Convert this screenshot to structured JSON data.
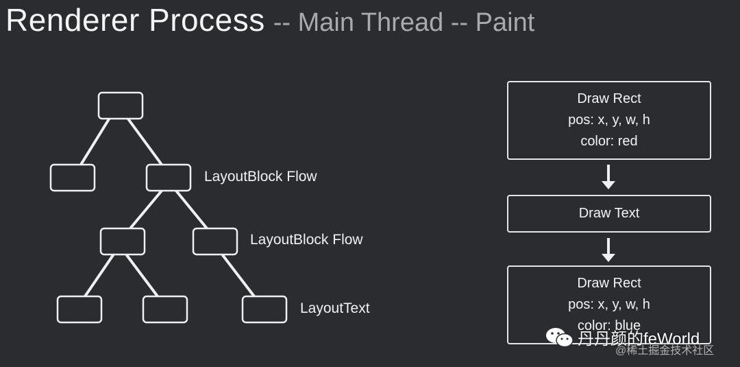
{
  "title": {
    "main": "Renderer Process",
    "sub": "-- Main Thread -- Paint"
  },
  "tree": {
    "labels": [
      "LayoutBlock Flow",
      "LayoutBlock Flow",
      "LayoutText"
    ]
  },
  "paint_commands": [
    {
      "lines": [
        "Draw Rect",
        "pos: x, y, w, h",
        "color: red"
      ]
    },
    {
      "lines": [
        "Draw Text"
      ]
    },
    {
      "lines": [
        "Draw Rect",
        "pos: x, y, w, h",
        "color: blue"
      ]
    }
  ],
  "watermark": {
    "text": "丹丹颜的feWorld",
    "source": "@稀土掘金技术社区"
  }
}
